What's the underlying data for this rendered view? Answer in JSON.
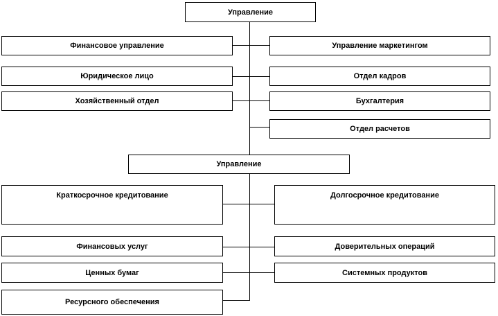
{
  "upper": {
    "root": "Управление",
    "left": [
      "Финансовое управление",
      "Юридическое лицо",
      "Хозяйственный отдел"
    ],
    "right": [
      "Управление маркетингом",
      "Отдел кадров",
      "Бухгалтерия",
      "Отдел расчетов"
    ]
  },
  "lower": {
    "root": "Управление",
    "left": [
      "Краткосрочное кредитование",
      "Финансовых услуг",
      "Ценных бумаг",
      "Ресурсного обеспечения"
    ],
    "right": [
      "Долгосрочное кредитование",
      "Доверительных операций",
      "Системных продуктов"
    ]
  }
}
